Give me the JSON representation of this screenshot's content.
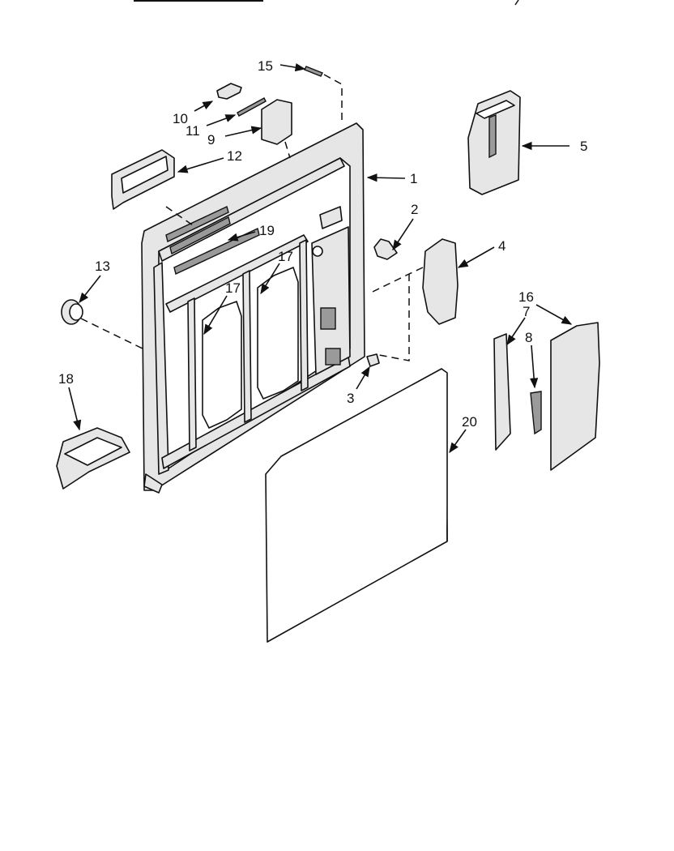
{
  "diagram": {
    "callouts": {
      "c1": "1",
      "c2": "2",
      "c3": "3",
      "c4": "4",
      "c5": "5",
      "c7": "7",
      "c8": "8",
      "c9": "9",
      "c10": "10",
      "c11": "11",
      "c12": "12",
      "c13": "13",
      "c15": "15",
      "c16": "16",
      "c17a": "17",
      "c17b": "17",
      "c18": "18",
      "c19": "19",
      "c20": "20"
    }
  }
}
